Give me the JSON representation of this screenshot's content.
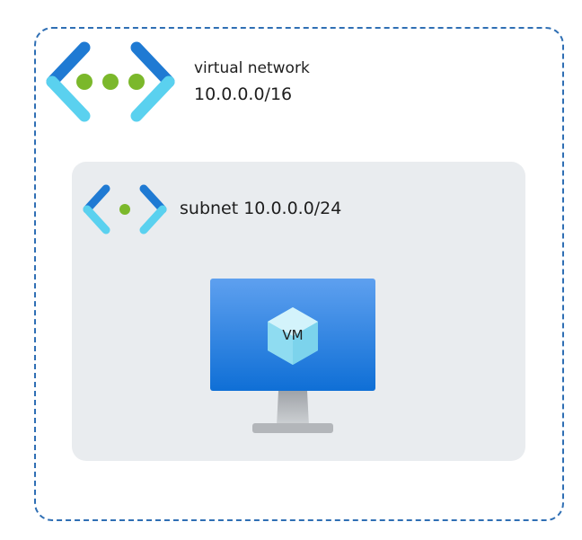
{
  "vnet": {
    "title": "virtual network",
    "cidr": "10.0.0.0/16",
    "icon": "virtual-network-icon"
  },
  "subnet": {
    "label": "subnet 10.0.0.0/24",
    "icon": "subnet-icon"
  },
  "vm": {
    "label": "VM",
    "icon": "virtual-machine-monitor-icon"
  },
  "colors": {
    "chevron_dark": "#1f7ad3",
    "chevron_light": "#5ad1ef",
    "dot_green": "#7bb82b",
    "border_blue": "#2f6fb4",
    "subnet_bg": "#e9ecef",
    "screen_top": "#5ea0ef",
    "screen_bottom": "#0f6fd6",
    "cube": "#9fe3f5",
    "stand": "#b9bcc0"
  }
}
